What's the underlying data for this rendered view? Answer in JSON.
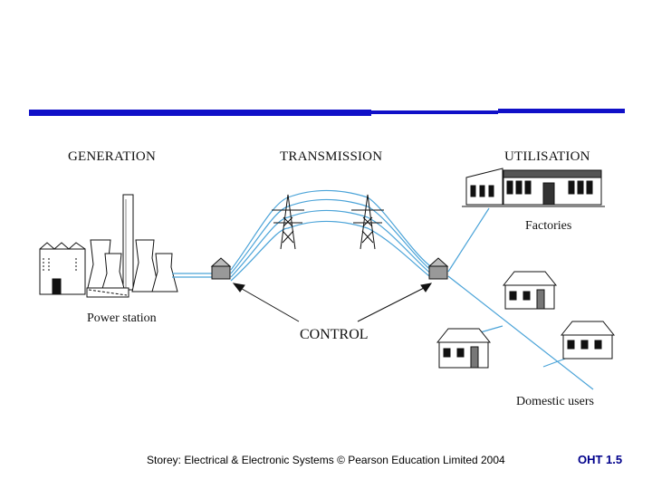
{
  "diagram": {
    "stages": {
      "generation": "GENERATION",
      "transmission": "TRANSMISSION",
      "utilisation": "UTILISATION"
    },
    "labels": {
      "power_station": "Power station",
      "control": "CONTROL",
      "factories": "Factories",
      "domestic_users": "Domestic users"
    }
  },
  "footer": {
    "credit": "Storey: Electrical & Electronic Systems © Pearson Education Limited 2004",
    "slide_number": "OHT 1.5"
  },
  "colors": {
    "title_bar": "#1010c8",
    "power_line": "#4aa3d8",
    "ink": "#111111"
  }
}
